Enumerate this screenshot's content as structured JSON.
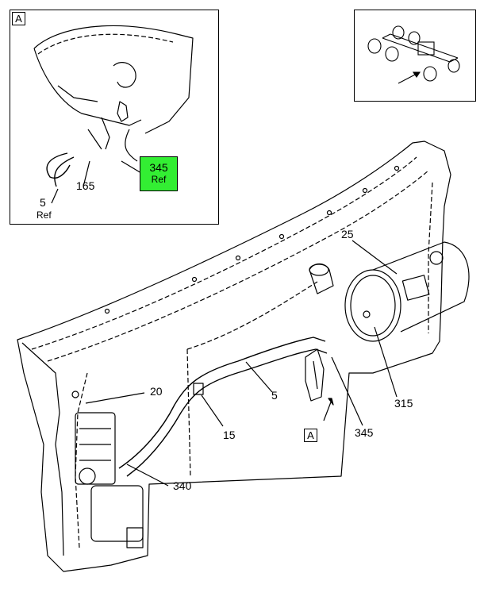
{
  "detail": {
    "tag": "A",
    "callouts": {
      "c5": "5",
      "c5ref": "Ref",
      "c165": "165",
      "c345": "345",
      "c345ref": "Ref"
    }
  },
  "main": {
    "callouts": {
      "c25": "25",
      "c20": "20",
      "c15": "15",
      "c5": "5",
      "c345": "345",
      "c315": "315",
      "c340": "340"
    },
    "view_tag": "A"
  },
  "colors": {
    "highlight": "#33ee33",
    "line": "#000000"
  }
}
